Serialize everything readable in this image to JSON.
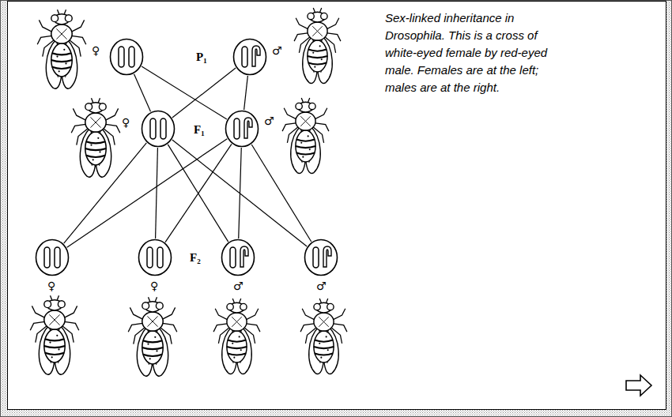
{
  "diagram": {
    "caption": "Sex-linked inheritance in Drosophila. This is a cross of white-eyed female by red-eyed male. Females are at the left; males are at the right.",
    "nodes": [
      {
        "text": [
          "♀"
        ]
      },
      {
        "text": [
          "♂"
        ]
      },
      {
        "text": [
          "♀"
        ]
      },
      {
        "text": [
          "♂"
        ]
      },
      {
        "text": [
          "♀"
        ]
      },
      {
        "text": [
          "♀"
        ]
      },
      {
        "text": [
          "♂"
        ]
      },
      {
        "text": [
          "♂"
        ]
      }
    ],
    "edges": [
      {
        "from": 0,
        "to": 2,
        "arrow": "none"
      },
      {
        "from": 0,
        "to": 3,
        "arrow": "none"
      },
      {
        "from": 1,
        "to": 2,
        "arrow": "none"
      },
      {
        "from": 1,
        "to": 3,
        "arrow": "none"
      },
      {
        "from": 2,
        "to": 4,
        "arrow": "none"
      },
      {
        "from": 2,
        "to": 5,
        "arrow": "none"
      },
      {
        "from": 2,
        "to": 6,
        "arrow": "none"
      },
      {
        "from": 2,
        "to": 7,
        "arrow": "none"
      },
      {
        "from": 3,
        "to": 4,
        "arrow": "none"
      },
      {
        "from": 3,
        "to": 5,
        "arrow": "none"
      },
      {
        "from": 3,
        "to": 6,
        "arrow": "none"
      },
      {
        "from": 3,
        "to": 7,
        "arrow": "none"
      }
    ],
    "labels": [
      "P₁",
      "F₁",
      "F₂"
    ]
  }
}
